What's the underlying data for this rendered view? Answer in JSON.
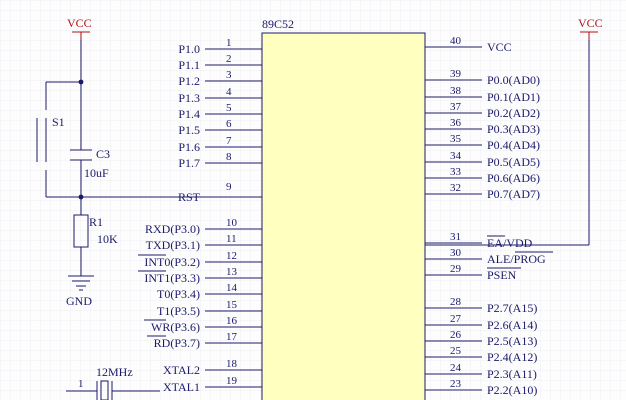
{
  "colors": {
    "wire": "#1a1a6a",
    "power": "#b0101a",
    "chip_fill": "#ffffc0",
    "grid": "#e4e4ec"
  },
  "chip": {
    "name": "89C52"
  },
  "power": {
    "left": "VCC",
    "right": "VCC",
    "ground": "GND"
  },
  "left_pins": [
    {
      "num": "1",
      "name": "P1.0"
    },
    {
      "num": "2",
      "name": "P1.1"
    },
    {
      "num": "3",
      "name": "P1.2"
    },
    {
      "num": "4",
      "name": "P1.3"
    },
    {
      "num": "5",
      "name": "P1.4"
    },
    {
      "num": "6",
      "name": "P1.5"
    },
    {
      "num": "7",
      "name": "P1.6"
    },
    {
      "num": "8",
      "name": "P1.7"
    },
    {
      "num": "9",
      "name": "RST"
    },
    {
      "num": "10",
      "name": "RXD(P3.0)"
    },
    {
      "num": "11",
      "name": "TXD(P3.1)"
    },
    {
      "num": "12",
      "name": "INT0(P3.2)"
    },
    {
      "num": "13",
      "name": "INT1(P3.3)"
    },
    {
      "num": "14",
      "name": "T0(P3.4)"
    },
    {
      "num": "15",
      "name": "T1(P3.5)"
    },
    {
      "num": "16",
      "name": "WR(P3.6)"
    },
    {
      "num": "17",
      "name": "RD(P3.7)"
    },
    {
      "num": "18",
      "name": "XTAL2"
    },
    {
      "num": "19",
      "name": "XTAL1"
    }
  ],
  "right_pins": [
    {
      "num": "40",
      "name": "VCC"
    },
    {
      "num": "39",
      "name": "P0.0(AD0)"
    },
    {
      "num": "38",
      "name": "P0.1(AD1)"
    },
    {
      "num": "37",
      "name": "P0.2(AD2)"
    },
    {
      "num": "36",
      "name": "P0.3(AD3)"
    },
    {
      "num": "35",
      "name": "P0.4(AD4)"
    },
    {
      "num": "34",
      "name": "P0.5(AD5)"
    },
    {
      "num": "33",
      "name": "P0.6(AD6)"
    },
    {
      "num": "32",
      "name": "P0.7(AD7)"
    },
    {
      "num": "31",
      "name": "EA/VDD"
    },
    {
      "num": "30",
      "name": "ALE/PROG"
    },
    {
      "num": "29",
      "name": "PSEN"
    },
    {
      "num": "28",
      "name": "P2.7(A15)"
    },
    {
      "num": "27",
      "name": "P2.6(A14)"
    },
    {
      "num": "26",
      "name": "P2.5(A13)"
    },
    {
      "num": "25",
      "name": "P2.4(A12)"
    },
    {
      "num": "24",
      "name": "P2.3(A11)"
    },
    {
      "num": "23",
      "name": "P2.2(A10)"
    }
  ],
  "components": {
    "switch": {
      "ref": "S1"
    },
    "capacitor": {
      "ref": "C3",
      "value": "10uF"
    },
    "resistor": {
      "ref": "R1",
      "value": "10K"
    },
    "crystal": {
      "value": "12MHz",
      "pin_label": "1"
    }
  }
}
